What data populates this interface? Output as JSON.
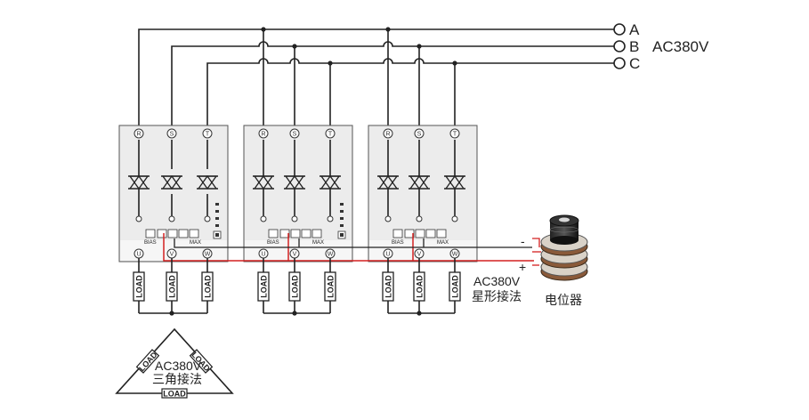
{
  "supply": {
    "phases": [
      "A",
      "B",
      "C"
    ],
    "voltage": "AC380V"
  },
  "module": {
    "input_terminals": [
      "R",
      "S",
      "T"
    ],
    "output_terminals": [
      "U",
      "V",
      "W"
    ],
    "bias_label": "BIAS",
    "max_label": "MAX",
    "minus_sign": "-",
    "plus_sign": "+"
  },
  "load_label": "LOAD",
  "star": {
    "voltage": "AC380V",
    "method": "星形接法"
  },
  "delta": {
    "voltage": "AC380V",
    "method": "三角接法"
  },
  "potentiometer": {
    "label": "电位器",
    "minus": "-",
    "plus": "+"
  }
}
